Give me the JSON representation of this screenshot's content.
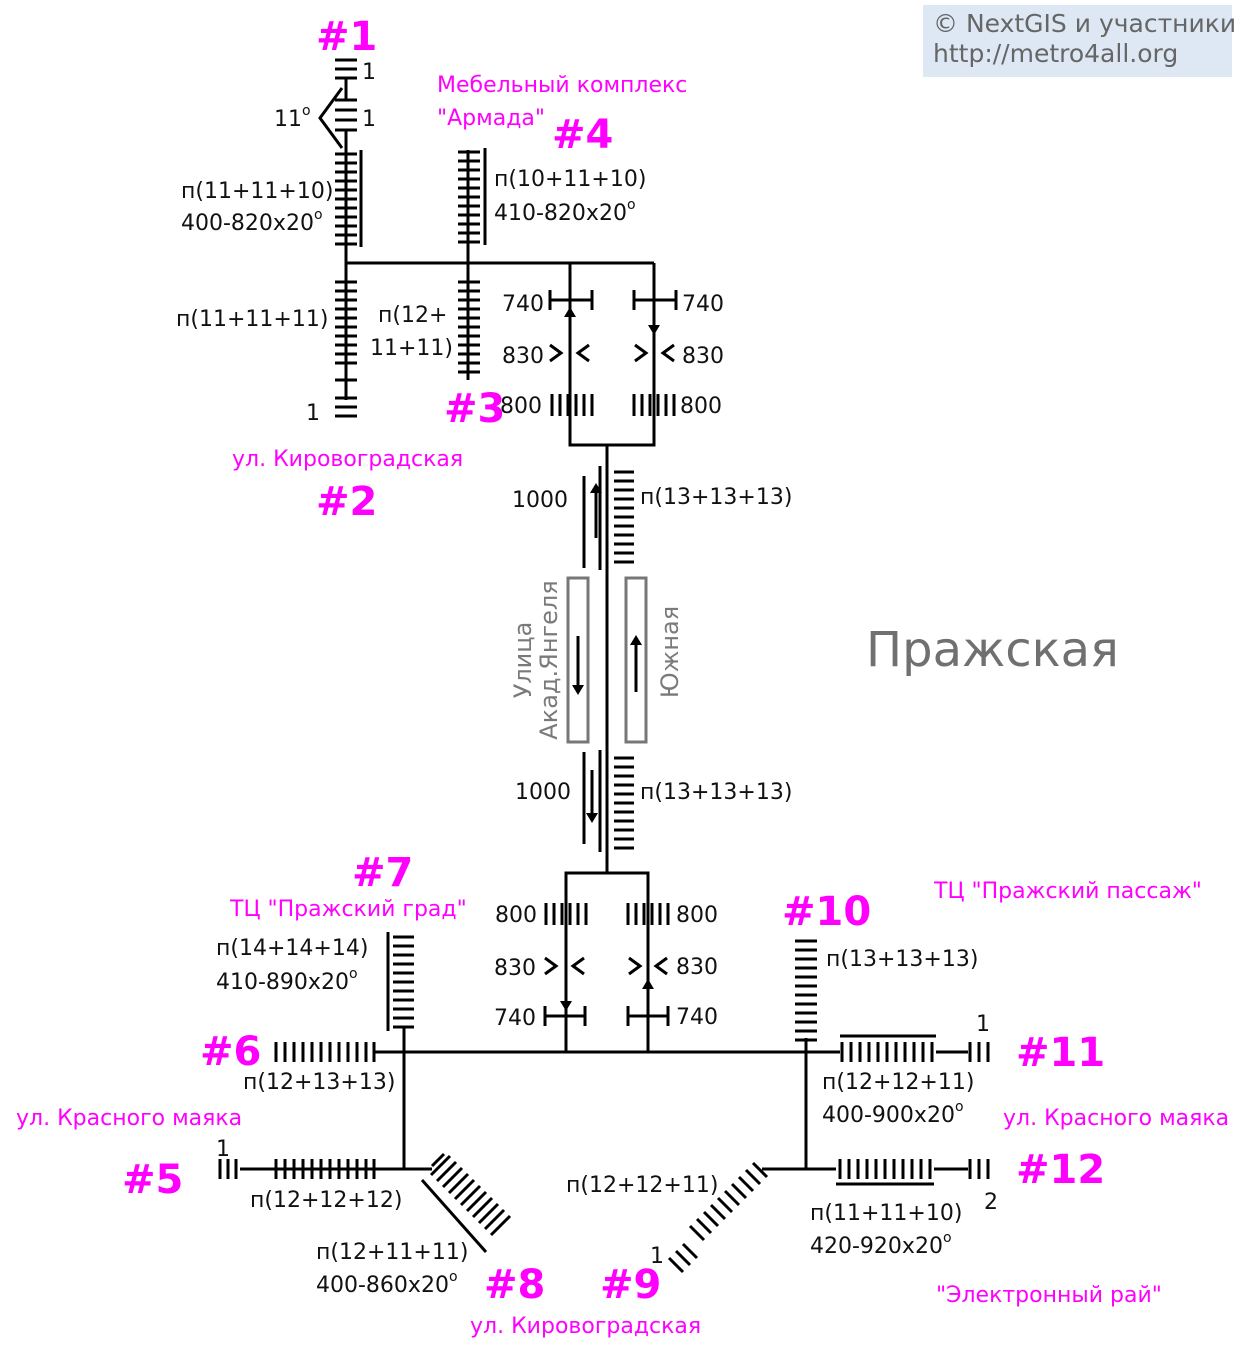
{
  "attribution": {
    "line1": "© NextGIS и участники",
    "line2": "http://metro4all.org"
  },
  "station_name": "Пражская",
  "platforms": {
    "left_label": "Улица Акад.Янгеля",
    "left_label_line1": "Улица",
    "left_label_line2": "Акад.Янгеля",
    "right_label": "Южная"
  },
  "entrances": {
    "e1": "#1",
    "e2": "#2",
    "e3": "#3",
    "e4": "#4",
    "e5": "#5",
    "e6": "#6",
    "e7": "#7",
    "e8": "#8",
    "e9": "#9",
    "e10": "#10",
    "e11": "#11",
    "e12": "#12"
  },
  "places": {
    "armada_1": "Мебельный комплекс",
    "armada_2": "\"Армада\"",
    "kirovogradskaya_top": "ул. Кировоградская",
    "prazhsky_grad": "ТЦ \"Пражский град\"",
    "prazhsky_passazh": "ТЦ \"Пражский пассаж\"",
    "krasnogo_mayaka_left": "ул. Красного маяка",
    "krasnogo_mayaka_right": "ул. Красного маяка",
    "kirovogradskaya_bottom": "ул. Кировоградская",
    "elektronny_ray": "\"Электронный рай\""
  },
  "labels": {
    "e1_step_top": "1",
    "e1_step_mid": "1",
    "e1_angle": "11",
    "e1_angle_unit": "o",
    "e1_stairs": "п(11+11+10)",
    "e1_ramp": "400-820x20",
    "e1_ramp_unit": "o",
    "e2_stairs": "п(11+11+11)",
    "e2_step": "1",
    "e3_stairs_1": "п(12+",
    "e3_stairs_2": "11+11)",
    "e4_stairs": "п(10+11+10)",
    "e4_ramp": "410-820x20",
    "e4_ramp_unit": "o",
    "turnstile_top_left": "740",
    "turnstile_top_right": "740",
    "gate_top_left": "830",
    "gate_top_right": "830",
    "stairs_top_left": "800",
    "stairs_top_right": "800",
    "upper_door": "1000",
    "upper_stairs": "п(13+13+13)",
    "lower_door": "1000",
    "lower_stairs": "п(13+13+13)",
    "stairs_bot_left": "800",
    "stairs_bot_right": "800",
    "gate_bot_left": "830",
    "gate_bot_right": "830",
    "turnstile_bot_left": "740",
    "turnstile_bot_right": "740",
    "e7_stairs": "п(14+14+14)",
    "e7_ramp": "410-890x20",
    "e7_ramp_unit": "o",
    "e6_stairs": "п(12+13+13)",
    "e5_step": "1",
    "e5_stairs": "п(12+12+12)",
    "e8_stairs": "п(12+11+11)",
    "e8_ramp": "400-860x20",
    "e8_ramp_unit": "o",
    "e9_stairs": "п(12+12+11)",
    "e9_step": "1",
    "e10_stairs": "п(13+13+13)",
    "e11_step": "1",
    "e11_stairs": "п(12+12+11)",
    "e11_ramp": "400-900x20",
    "e11_ramp_unit": "o",
    "e12_stairs": "п(11+11+10)",
    "e12_ramp": "420-920x20",
    "e12_ramp_unit": "o",
    "e12_step": "2"
  },
  "colors": {
    "entrance_number": "#ff00ff",
    "place_name": "#ff00ff",
    "line": "#000000",
    "station_name": "#707070",
    "attribution_bg": "#dde8f4",
    "attribution_text": "#666666"
  }
}
